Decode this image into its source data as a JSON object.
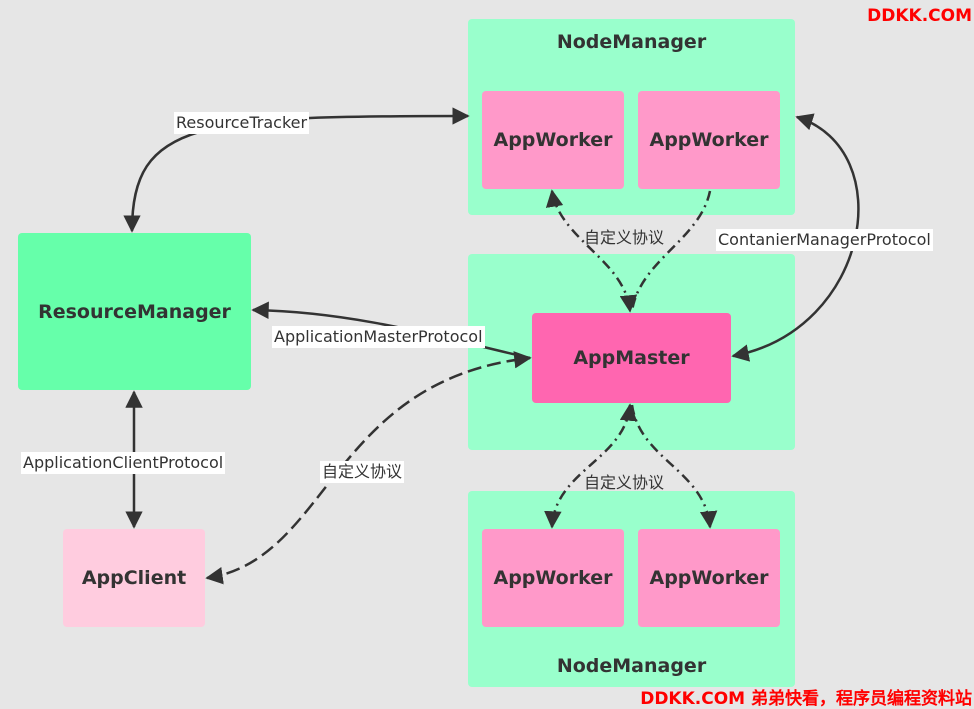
{
  "watermark_top": "DDKK.COM",
  "watermark_bottom": "DDKK.COM 弟弟快看，程序员编程资料站",
  "nodes": {
    "node_manager_top": "NodeManager",
    "node_manager_bottom": "NodeManager",
    "app_worker_1": "AppWorker",
    "app_worker_2": "AppWorker",
    "app_worker_3": "AppWorker",
    "app_worker_4": "AppWorker",
    "resource_manager": "ResourceManager",
    "app_master": "AppMaster",
    "app_client": "AppClient"
  },
  "edges": {
    "resource_tracker": "ResourceTracker",
    "application_master_protocol": "ApplicationMasterProtocol",
    "application_client_protocol": "ApplicationClientProtocol",
    "container_manager_protocol": "ContanierManagerProtocol",
    "custom_protocol_top": "自定义协议",
    "custom_protocol_left": "自定义协议",
    "custom_protocol_bottom": "自定义协议"
  }
}
